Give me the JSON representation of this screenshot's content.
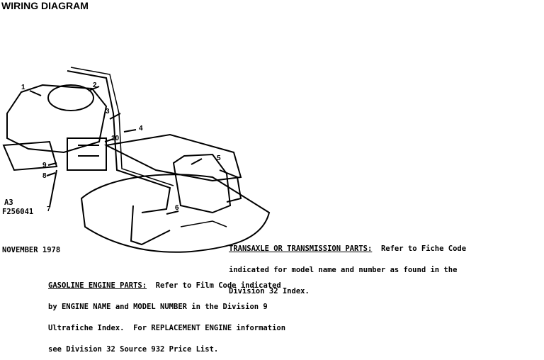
{
  "title": "WIRING DIAGRAM",
  "figure_code": "A3",
  "part_number": "F256041",
  "date": "NOVEMBER 1978",
  "callouts": [
    "1",
    "2",
    "3",
    "4",
    "5",
    "6",
    "7",
    "8",
    "9",
    "10"
  ],
  "transaxle_note": {
    "heading": "TRANSAXLE OR TRANSMISSION PARTS:",
    "body": "  Refer to Fiche Code",
    "line2": "indicated for model name and number as found in the",
    "line3": "Division 32 Index."
  },
  "engine_note": {
    "heading": "GASOLINE ENGINE PARTS:",
    "body": "  Refer to Film Code indicated",
    "line2": "by ENGINE NAME and MODEL NUMBER in the Division 9",
    "line3": "Ultrafiche Index.  For REPLACEMENT ENGINE information",
    "line4": "see Division 32 Source 932 Price List."
  }
}
